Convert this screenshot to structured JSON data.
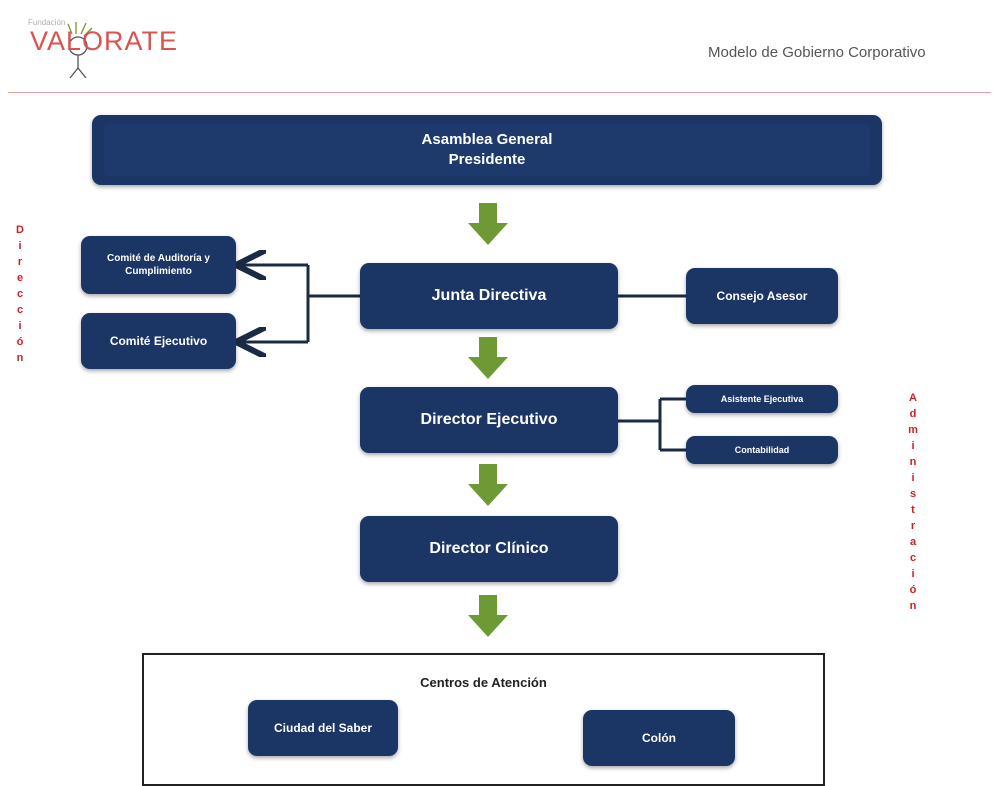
{
  "logo": {
    "small_text": "Fundación",
    "main_text": "VALORATE"
  },
  "header": {
    "title": "Modelo de Gobierno Corporativo"
  },
  "colors": {
    "box": "#1b3564",
    "arrow": "#6e9a35",
    "side_label": "#cc2222",
    "rule": "#e0a0a0"
  },
  "nodes": {
    "asamblea_line1": "Asamblea General",
    "asamblea_line2": "Presidente",
    "junta": "Junta Directiva",
    "auditoria_line1": "Comité de Auditoría y",
    "auditoria_line2": "Cumplimiento",
    "comite_ejecutivo": "Comité Ejecutivo",
    "consejo_asesor": "Consejo Asesor",
    "director_ejecutivo": "Director Ejecutivo",
    "asistente": "Asistente Ejecutiva",
    "contabilidad": "Contabilidad",
    "director_clinico": "Director Clínico",
    "centros_title": "Centros de Atención",
    "ciudad_del_saber": "Ciudad del Saber",
    "colon": "Colón"
  },
  "side_labels": {
    "left": "Dirección",
    "right": "Administración"
  }
}
